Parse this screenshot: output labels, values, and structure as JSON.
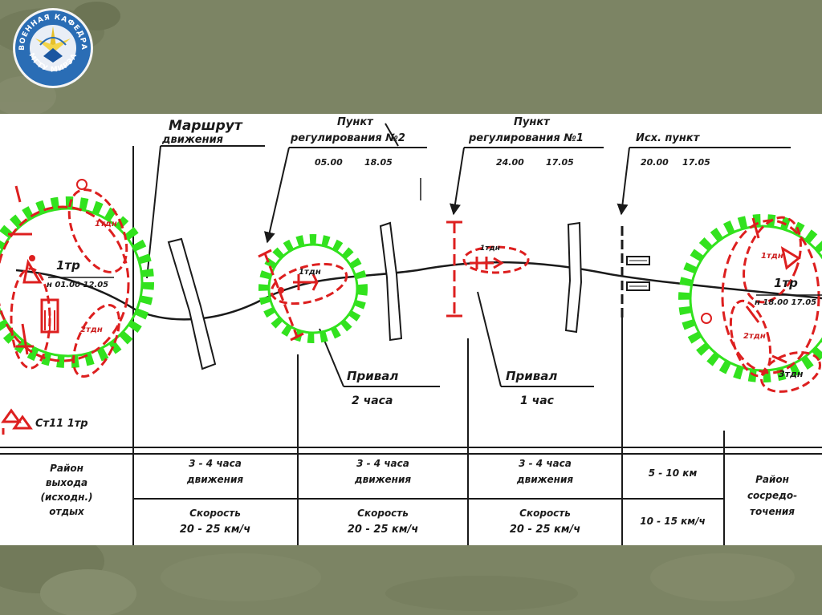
{
  "logo": {
    "top_text": "ВОЕННАЯ КАФЕДРА",
    "bottom_text": "МГТУ МИРЭА"
  },
  "route": {
    "label_line1": "Маршрут",
    "label_line2": "движения"
  },
  "posts": [
    {
      "id": "reg2",
      "line1": "Пункт",
      "line2": "регулирования №2",
      "time1": "05.00",
      "time2": "18.05"
    },
    {
      "id": "reg1",
      "line1": "Пункт",
      "line2": "регулирования №1",
      "time1": "24.00",
      "time2": "17.05"
    },
    {
      "id": "tech",
      "line1": "Исх. пункт",
      "time1": "20.00",
      "time2": "17.05"
    }
  ],
  "halts": [
    {
      "id": "halt2",
      "line1": "Привал",
      "line2": "2 часа"
    },
    {
      "id": "halt1",
      "line1": "Привал",
      "line2": "1 час"
    }
  ],
  "units": {
    "left_1tdn": "1тдн",
    "left_1tp": "1тр",
    "left_time": "н 01.00 12.05",
    "left_2tdn": "2тдн",
    "left_bottom": "Ст11 1тр",
    "mid_1tdn": "1тдн",
    "right_1tdn": "1тдн",
    "right_1tp": "1тр",
    "right_time": "н 18.00 17.05",
    "right_2tdn": "2тдн",
    "right_3tdn": "3тдн"
  },
  "table": {
    "col1": [
      "Район",
      "выхода",
      "(исходн.)",
      "отдых"
    ],
    "col2_top": [
      "3 - 4 часа",
      "движения"
    ],
    "col2_bottom": [
      "Скорость",
      "20 - 25 км/ч"
    ],
    "col3_top": [
      "3 - 4 часа",
      "движения"
    ],
    "col3_bottom": [
      "Скорость",
      "20 - 25 км/ч"
    ],
    "col4_top": [
      "3 - 4 часа",
      "движения"
    ],
    "col4_bottom": [
      "Скорость",
      "20 - 25 км/ч"
    ],
    "col5_top": "5 - 10 км",
    "col5_bottom": "10 - 15 км/ч",
    "col6": [
      "Район",
      "сосредо-",
      "точения"
    ]
  },
  "colors": {
    "slide_background": "#7c8464",
    "logo_blue": "#2a6db5",
    "unit_red": "#dd1f1f",
    "zone_green": "#32e21e",
    "ink": "#1a1a1a"
  }
}
